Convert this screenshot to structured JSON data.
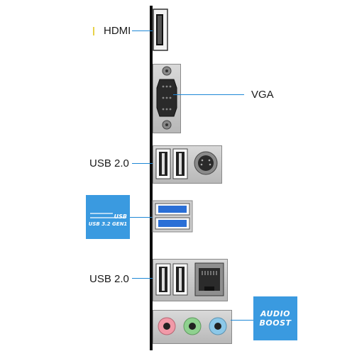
{
  "labels": {
    "hdmi": "HDMI",
    "vga": "VGA",
    "usb2_top": "USB 2.0",
    "usb2_bottom": "USB 2.0"
  },
  "badges": {
    "usb": {
      "line1": "USB",
      "line2": "USB 3.2 GEN1"
    },
    "audio": {
      "line1": "AUDIO",
      "line2": "BOOST"
    }
  },
  "colors": {
    "leader": "#1e88d6",
    "badge": "#3a9ae0",
    "usb3_port": "#2a6fd6",
    "audio_pink": "#f19aa8",
    "audio_green": "#8fd18f",
    "audio_blue": "#8cc8e8"
  }
}
